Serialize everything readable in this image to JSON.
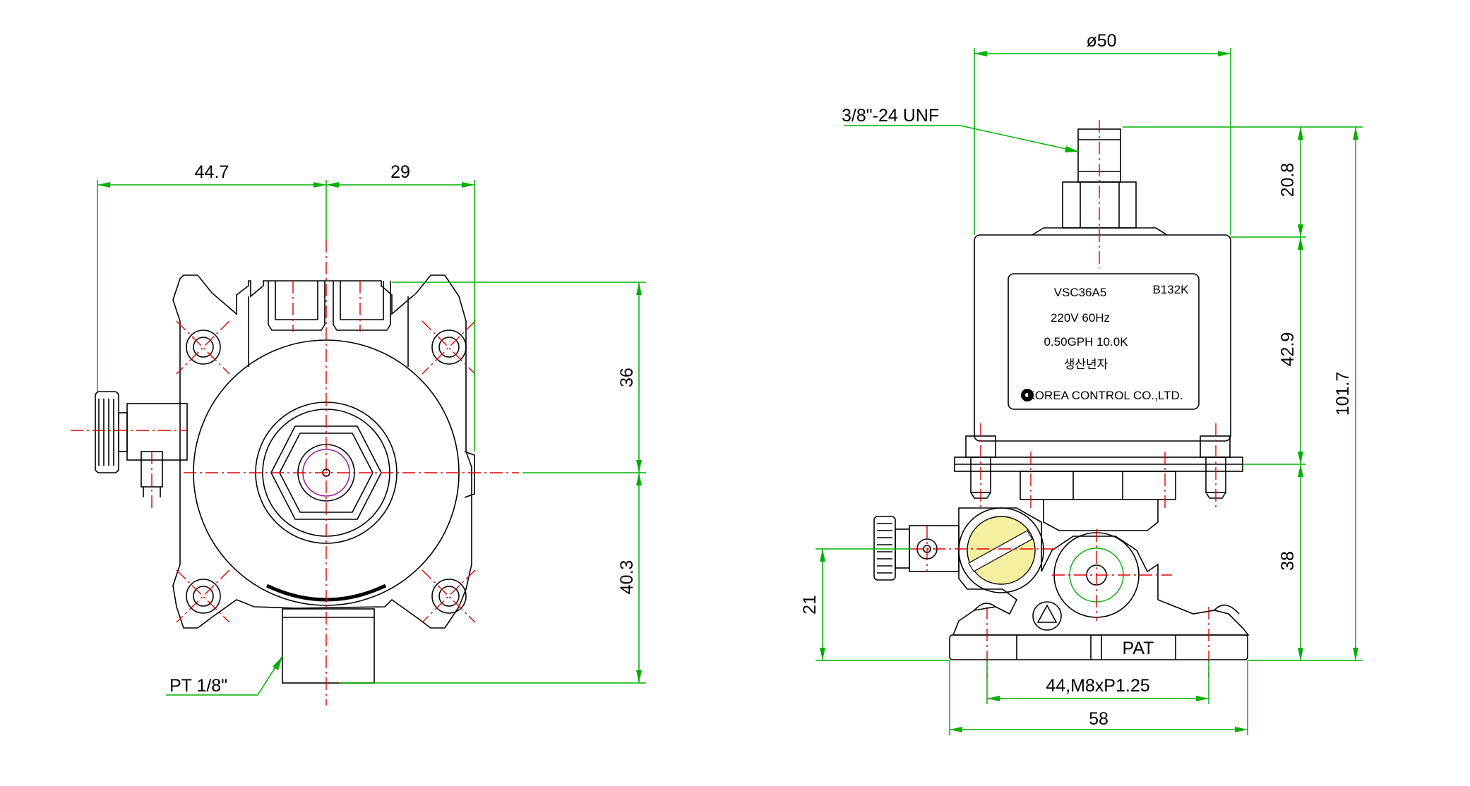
{
  "left_view": {
    "dim_left_width": "44.7",
    "dim_right_width": "29",
    "dim_upper_height": "36",
    "dim_lower_height": "40.3",
    "thread_callout": "PT 1/8\""
  },
  "right_view": {
    "dim_diameter": "ø50",
    "thread_callout": "3/8\"-24 UNF",
    "dim_stem_height": "20.8",
    "dim_coil_height": "42.9",
    "dim_total_height": "101.7",
    "dim_base_height": "38",
    "dim_port_height": "21",
    "dim_mount": "44,M8xP1.25",
    "dim_base_width": "58",
    "base_marking": "PAT"
  },
  "nameplate": {
    "model": "VSC36A5",
    "code": "B132K",
    "voltage": "220V  60Hz",
    "flow": "0.50GPH  10.0K",
    "production": "생산년자",
    "maker": "KOREA CONTROL CO.,LTD."
  },
  "colors": {
    "outline": "#000000",
    "dimension": "#00b000",
    "centerline": "#e00000",
    "screw_face": "#f4f0a0"
  }
}
